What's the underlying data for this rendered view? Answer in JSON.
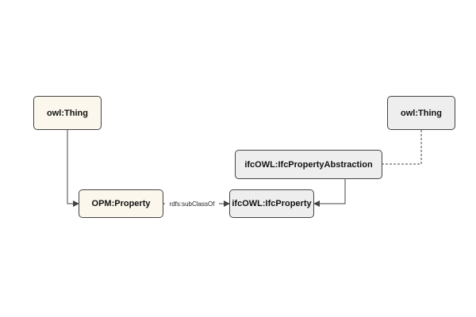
{
  "nodes": {
    "owl_thing_left": "owl:Thing",
    "opm_property": "OPM:Property",
    "owl_thing_right": "owl:Thing",
    "ifc_property_abstraction": "ifcOWL:IfcPropertyAbstraction",
    "ifc_property": "ifcOWL:IfcProperty"
  },
  "edges": {
    "subclass_label": "rdfs:subClassOf"
  },
  "colors": {
    "opm_fill": "#fbf7ec",
    "ifc_fill": "#eeeeee",
    "stroke": "#444444"
  }
}
